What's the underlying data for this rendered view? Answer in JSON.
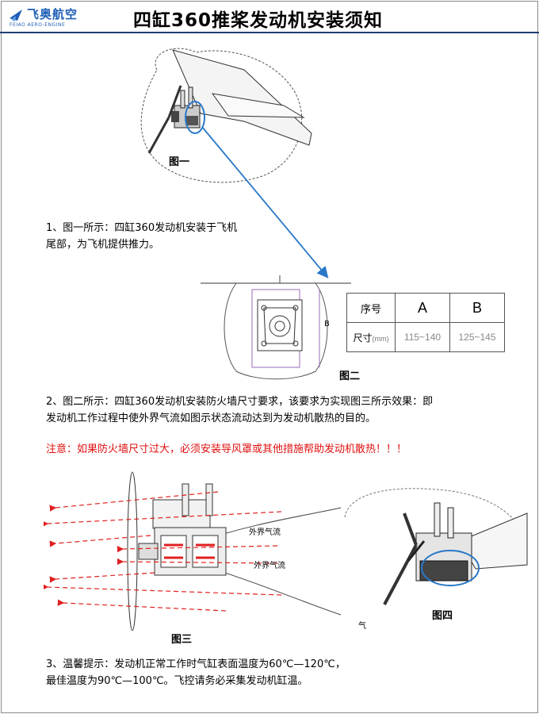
{
  "header": {
    "logo_cn": "飞奥航空",
    "logo_en": "FEIAO AERO-ENGINE",
    "title": "四缸360推桨发动机安装须知"
  },
  "figure1": {
    "caption": "图一"
  },
  "note1": {
    "line1": "1、图一所示：四缸360发动机安装于飞机",
    "line2": "尾部，为飞机提供推力。"
  },
  "figure2": {
    "caption": "图二",
    "dimension_mark": "B",
    "table": {
      "header": {
        "row_label": "序号",
        "col_a": "A",
        "col_b": "B"
      },
      "row": {
        "label": "尺寸",
        "unit": "(mm)",
        "a": "115~140",
        "b": "125~145"
      }
    }
  },
  "note2": {
    "line1": "2、图二所示：四缸360发动机安装防火墙尺寸要求，该要求为实现图三所示效果：即",
    "line2": "发动机工作过程中使外界气流如图示状态流动达到为发动机散热的目的。"
  },
  "warning": "注意：如果防火墙尺寸过大，必须安装导风罩或其他措施帮助发动机散热！！！",
  "figure3": {
    "caption": "图三",
    "airflow_label_1": "外界气流",
    "airflow_label_2": "外界气流"
  },
  "figure4": {
    "caption": "图四",
    "stray_char": "气"
  },
  "note3": {
    "line1": "3、温馨提示：发动机正常工作时气缸表面温度为60℃—120℃，",
    "line2": "最佳温度为90℃—100℃。飞控请务必采集发动机缸温。"
  },
  "colors": {
    "brand_blue": "#1f5fb8",
    "arrow_blue": "#2a78c8",
    "warning_red": "#e01010",
    "airflow_red": "#e02020"
  }
}
